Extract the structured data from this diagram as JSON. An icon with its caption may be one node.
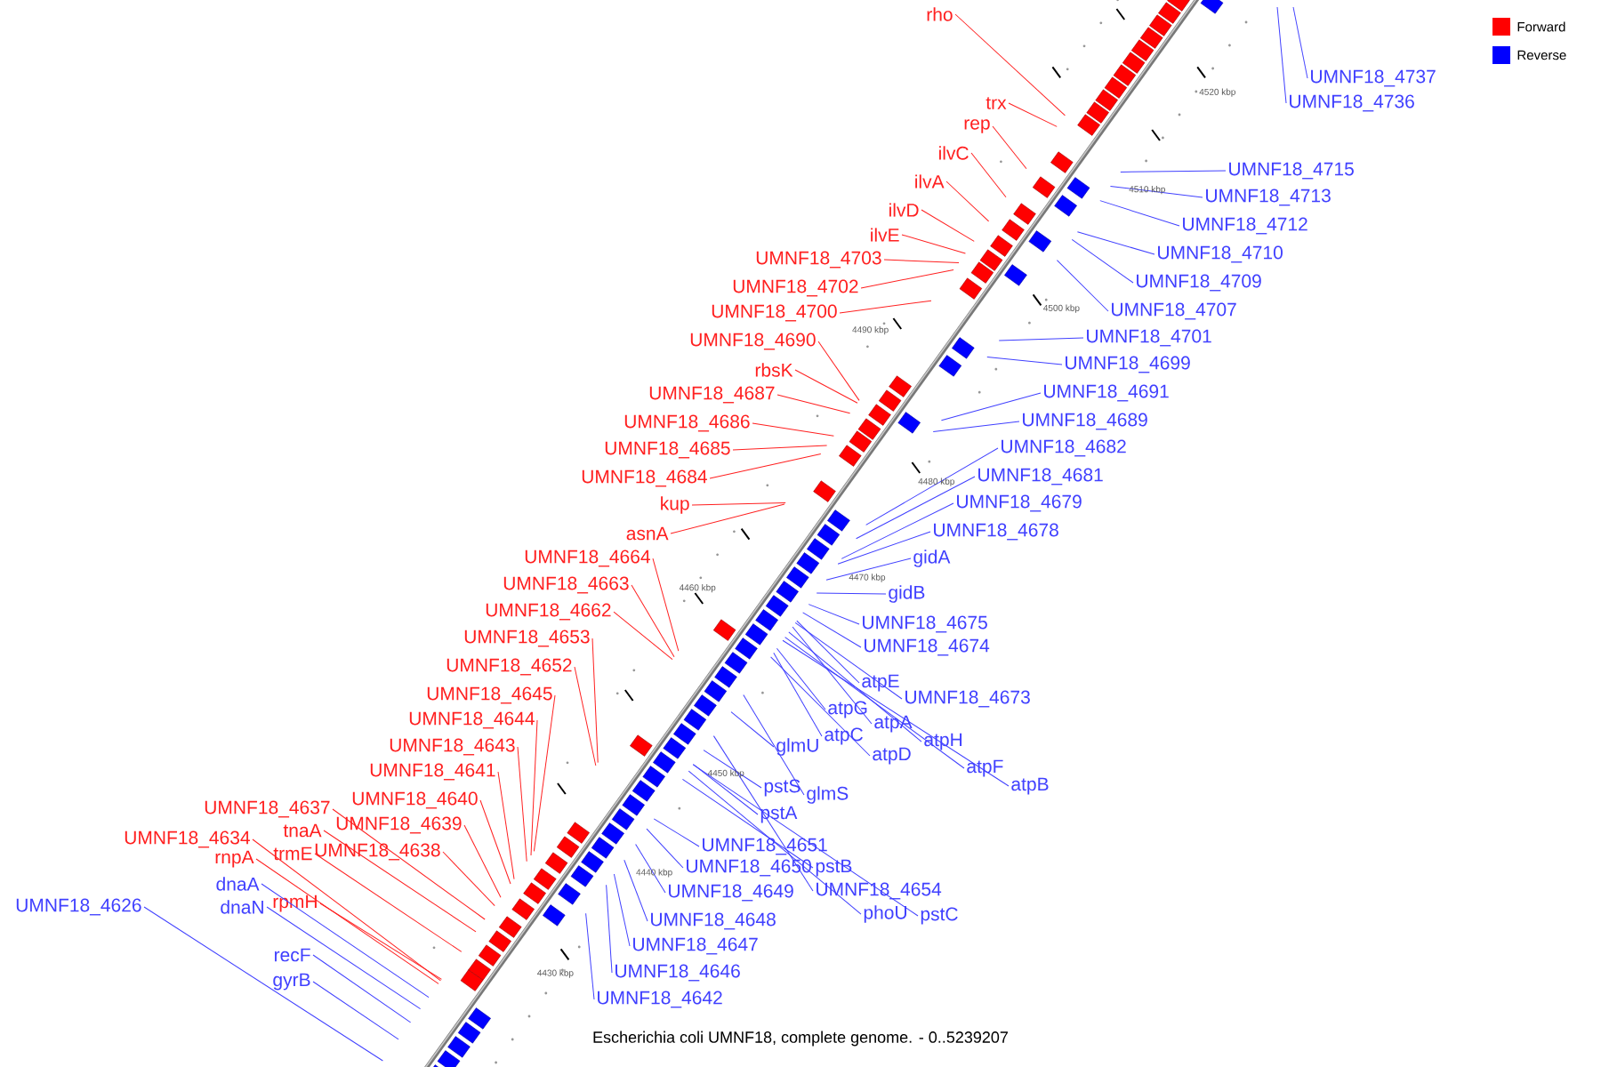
{
  "diagram": {
    "caption": "Escherichia coli UMNF18, complete genome. - 0..5239207",
    "nodes": [
      {
        "text": [
          "rho"
        ]
      },
      {
        "text": [
          "trx"
        ]
      },
      {
        "text": [
          "rep"
        ]
      },
      {
        "text": [
          "ilvC"
        ]
      },
      {
        "text": [
          "ilvA"
        ]
      },
      {
        "text": [
          "ilvD"
        ]
      },
      {
        "text": [
          "ilvE"
        ]
      },
      {
        "text": [
          "UMNF18_4703"
        ]
      },
      {
        "text": [
          "UMNF18_4702"
        ]
      },
      {
        "text": [
          "UMNF18_4700"
        ]
      },
      {
        "text": [
          "UMNF18_4690"
        ]
      },
      {
        "text": [
          "rbsK"
        ]
      },
      {
        "text": [
          "UMNF18_4687"
        ]
      },
      {
        "text": [
          "UMNF18_4686"
        ]
      },
      {
        "text": [
          "UMNF18_4685"
        ]
      },
      {
        "text": [
          "UMNF18_4684"
        ]
      },
      {
        "text": [
          "kup"
        ]
      },
      {
        "text": [
          "asnA"
        ]
      },
      {
        "text": [
          "UMNF18_4664"
        ]
      },
      {
        "text": [
          "UMNF18_4663"
        ]
      },
      {
        "text": [
          "UMNF18_4662"
        ]
      },
      {
        "text": [
          "UMNF18_4653"
        ]
      },
      {
        "text": [
          "UMNF18_4652"
        ]
      },
      {
        "text": [
          "UMNF18_4645"
        ]
      },
      {
        "text": [
          "UMNF18_4644"
        ]
      },
      {
        "text": [
          "UMNF18_4643"
        ]
      },
      {
        "text": [
          "UMNF18_4641"
        ]
      },
      {
        "text": [
          "UMNF18_4640"
        ]
      },
      {
        "text": [
          "UMNF18_4639"
        ]
      },
      {
        "text": [
          "UMNF18_4638"
        ]
      },
      {
        "text": [
          "UMNF18_4637"
        ]
      },
      {
        "text": [
          "tnaA"
        ]
      },
      {
        "text": [
          "trmE"
        ]
      },
      {
        "text": [
          "UMNF18_4634"
        ]
      },
      {
        "text": [
          "rnpA"
        ]
      },
      {
        "text": [
          "rpmH"
        ]
      },
      {
        "text": [
          "dnaA"
        ]
      },
      {
        "text": [
          "dnaN"
        ]
      },
      {
        "text": [
          "UMNF18_4626"
        ]
      },
      {
        "text": [
          "recF"
        ]
      },
      {
        "text": [
          "gyrB"
        ]
      },
      {
        "text": [
          "UMNF18_4737"
        ]
      },
      {
        "text": [
          "UMNF18_4736"
        ]
      },
      {
        "text": [
          "UMNF18_4715"
        ]
      },
      {
        "text": [
          "UMNF18_4713"
        ]
      },
      {
        "text": [
          "UMNF18_4712"
        ]
      },
      {
        "text": [
          "UMNF18_4710"
        ]
      },
      {
        "text": [
          "UMNF18_4709"
        ]
      },
      {
        "text": [
          "UMNF18_4707"
        ]
      },
      {
        "text": [
          "UMNF18_4701"
        ]
      },
      {
        "text": [
          "UMNF18_4699"
        ]
      },
      {
        "text": [
          "UMNF18_4691"
        ]
      },
      {
        "text": [
          "UMNF18_4689"
        ]
      },
      {
        "text": [
          "UMNF18_4682"
        ]
      },
      {
        "text": [
          "UMNF18_4681"
        ]
      },
      {
        "text": [
          "UMNF18_4679"
        ]
      },
      {
        "text": [
          "UMNF18_4678"
        ]
      },
      {
        "text": [
          "gidA"
        ]
      },
      {
        "text": [
          "gidB"
        ]
      },
      {
        "text": [
          "UMNF18_4675"
        ]
      },
      {
        "text": [
          "UMNF18_4674"
        ]
      },
      {
        "text": [
          "atpE"
        ]
      },
      {
        "text": [
          "UMNF18_4673"
        ]
      },
      {
        "text": [
          "atpG"
        ]
      },
      {
        "text": [
          "atpA"
        ]
      },
      {
        "text": [
          "atpC"
        ]
      },
      {
        "text": [
          "atpH"
        ]
      },
      {
        "text": [
          "atpD"
        ]
      },
      {
        "text": [
          "atpF"
        ]
      },
      {
        "text": [
          "atpB"
        ]
      },
      {
        "text": [
          "glmU"
        ]
      },
      {
        "text": [
          "pstS"
        ]
      },
      {
        "text": [
          "glmS"
        ]
      },
      {
        "text": [
          "pstA"
        ]
      },
      {
        "text": [
          "UMNF18_4651"
        ]
      },
      {
        "text": [
          "UMNF18_4650"
        ]
      },
      {
        "text": [
          "pstB"
        ]
      },
      {
        "text": [
          "UMNF18_4654"
        ]
      },
      {
        "text": [
          "UMNF18_4649"
        ]
      },
      {
        "text": [
          "phoU"
        ]
      },
      {
        "text": [
          "pstC"
        ]
      },
      {
        "text": [
          "UMNF18_4648"
        ]
      },
      {
        "text": [
          "UMNF18_4647"
        ]
      },
      {
        "text": [
          "UMNF18_4646"
        ]
      },
      {
        "text": [
          "UMNF18_4642"
        ]
      }
    ],
    "edges": [
      {
        "from": 0,
        "to": null,
        "arrow": "none",
        "color": "#ff2020"
      },
      {
        "from": 1,
        "to": null,
        "arrow": "none",
        "color": "#ff2020"
      },
      {
        "from": 2,
        "to": null,
        "arrow": "none",
        "color": "#ff2020"
      },
      {
        "from": 3,
        "to": null,
        "arrow": "none",
        "color": "#ff2020"
      },
      {
        "from": 4,
        "to": null,
        "arrow": "none",
        "color": "#ff2020"
      },
      {
        "from": 5,
        "to": null,
        "arrow": "none",
        "color": "#ff2020"
      },
      {
        "from": 6,
        "to": null,
        "arrow": "none",
        "color": "#ff2020"
      },
      {
        "from": 7,
        "to": null,
        "arrow": "none",
        "color": "#ff2020"
      },
      {
        "from": 8,
        "to": null,
        "arrow": "none",
        "color": "#ff2020"
      },
      {
        "from": 9,
        "to": null,
        "arrow": "none",
        "color": "#ff2020"
      },
      {
        "from": 10,
        "to": null,
        "arrow": "none",
        "color": "#ff2020"
      },
      {
        "from": 11,
        "to": null,
        "arrow": "none",
        "color": "#ff2020"
      },
      {
        "from": 12,
        "to": null,
        "arrow": "none",
        "color": "#ff2020"
      },
      {
        "from": 13,
        "to": null,
        "arrow": "none",
        "color": "#ff2020"
      },
      {
        "from": 14,
        "to": null,
        "arrow": "none",
        "color": "#ff2020"
      },
      {
        "from": 15,
        "to": null,
        "arrow": "none",
        "color": "#ff2020"
      },
      {
        "from": 16,
        "to": null,
        "arrow": "none",
        "color": "#ff2020"
      },
      {
        "from": 17,
        "to": null,
        "arrow": "none",
        "color": "#ff2020"
      },
      {
        "from": 18,
        "to": null,
        "arrow": "none",
        "color": "#ff2020"
      },
      {
        "from": 19,
        "to": null,
        "arrow": "none",
        "color": "#ff2020"
      },
      {
        "from": 20,
        "to": null,
        "arrow": "none",
        "color": "#ff2020"
      },
      {
        "from": 21,
        "to": null,
        "arrow": "none",
        "color": "#ff2020"
      },
      {
        "from": 22,
        "to": null,
        "arrow": "none",
        "color": "#ff2020"
      },
      {
        "from": 23,
        "to": null,
        "arrow": "none",
        "color": "#ff2020"
      },
      {
        "from": 24,
        "to": null,
        "arrow": "none",
        "color": "#ff2020"
      },
      {
        "from": 25,
        "to": null,
        "arrow": "none",
        "color": "#ff2020"
      },
      {
        "from": 26,
        "to": null,
        "arrow": "none",
        "color": "#ff2020"
      },
      {
        "from": 27,
        "to": null,
        "arrow": "none",
        "color": "#ff2020"
      },
      {
        "from": 28,
        "to": null,
        "arrow": "none",
        "color": "#ff2020"
      },
      {
        "from": 29,
        "to": null,
        "arrow": "none",
        "color": "#ff2020"
      },
      {
        "from": 30,
        "to": null,
        "arrow": "none",
        "color": "#ff2020"
      },
      {
        "from": 31,
        "to": null,
        "arrow": "none",
        "color": "#ff2020"
      },
      {
        "from": 32,
        "to": null,
        "arrow": "none",
        "color": "#ff2020"
      },
      {
        "from": 33,
        "to": null,
        "arrow": "none",
        "color": "#ff2020"
      },
      {
        "from": 34,
        "to": null,
        "arrow": "none",
        "color": "#ff2020"
      },
      {
        "from": 35,
        "to": null,
        "arrow": "none",
        "color": "#ff2020"
      },
      {
        "from": 36,
        "to": null,
        "arrow": "none"
      },
      {
        "from": 37,
        "to": null,
        "arrow": "none"
      },
      {
        "from": 38,
        "to": null,
        "arrow": "none"
      },
      {
        "from": 39,
        "to": null,
        "arrow": "none"
      },
      {
        "from": 40,
        "to": null,
        "arrow": "none"
      },
      {
        "from": 41,
        "to": null,
        "arrow": "none"
      },
      {
        "from": 42,
        "to": null,
        "arrow": "none"
      },
      {
        "from": 43,
        "to": null,
        "arrow": "none"
      },
      {
        "from": 44,
        "to": null,
        "arrow": "none"
      },
      {
        "from": 45,
        "to": null,
        "arrow": "none"
      },
      {
        "from": 46,
        "to": null,
        "arrow": "none"
      },
      {
        "from": 47,
        "to": null,
        "arrow": "none"
      },
      {
        "from": 48,
        "to": null,
        "arrow": "none"
      },
      {
        "from": 49,
        "to": null,
        "arrow": "none"
      },
      {
        "from": 50,
        "to": null,
        "arrow": "none"
      },
      {
        "from": 51,
        "to": null,
        "arrow": "none"
      },
      {
        "from": 52,
        "to": null,
        "arrow": "none"
      },
      {
        "from": 53,
        "to": null,
        "arrow": "none"
      },
      {
        "from": 54,
        "to": null,
        "arrow": "none"
      },
      {
        "from": 55,
        "to": null,
        "arrow": "none"
      },
      {
        "from": 56,
        "to": null,
        "arrow": "none"
      },
      {
        "from": 57,
        "to": null,
        "arrow": "none"
      },
      {
        "from": 58,
        "to": null,
        "arrow": "none"
      },
      {
        "from": 59,
        "to": null,
        "arrow": "none"
      },
      {
        "from": 60,
        "to": null,
        "arrow": "none"
      },
      {
        "from": 61,
        "to": null,
        "arrow": "none"
      },
      {
        "from": 62,
        "to": null,
        "arrow": "none"
      },
      {
        "from": 63,
        "to": null,
        "arrow": "none"
      },
      {
        "from": 64,
        "to": null,
        "arrow": "none"
      },
      {
        "from": 65,
        "to": null,
        "arrow": "none"
      },
      {
        "from": 66,
        "to": null,
        "arrow": "none"
      },
      {
        "from": 67,
        "to": null,
        "arrow": "none"
      },
      {
        "from": 68,
        "to": null,
        "arrow": "none"
      },
      {
        "from": 69,
        "to": null,
        "arrow": "none"
      },
      {
        "from": 70,
        "to": null,
        "arrow": "none"
      },
      {
        "from": 71,
        "to": null,
        "arrow": "none"
      },
      {
        "from": 72,
        "to": null,
        "arrow": "none"
      },
      {
        "from": 73,
        "to": null,
        "arrow": "none"
      },
      {
        "from": 74,
        "to": null,
        "arrow": "none"
      },
      {
        "from": 75,
        "to": null,
        "arrow": "none"
      },
      {
        "from": 76,
        "to": null,
        "arrow": "none"
      },
      {
        "from": 77,
        "to": null,
        "arrow": "none"
      },
      {
        "from": 78,
        "to": null,
        "arrow": "none"
      },
      {
        "from": 79,
        "to": null,
        "arrow": "none"
      },
      {
        "from": 80,
        "to": null,
        "arrow": "none"
      },
      {
        "from": 81,
        "to": null,
        "arrow": "none"
      },
      {
        "from": 82,
        "to": null,
        "arrow": "none"
      },
      {
        "from": 83,
        "to": null,
        "arrow": "none"
      },
      {
        "from": 84,
        "to": null,
        "arrow": "none"
      }
    ],
    "labels": [
      "4520 kbp",
      "4510 kbp",
      "4500 kbp",
      "4490 kbp",
      "4480 kbp",
      "4470 kbp",
      "4460 kbp",
      "4450 kbp",
      "4440 kbp",
      "4430 kbp"
    ],
    "legend": [
      {
        "text": "Forward",
        "color": "#ff0000"
      },
      {
        "text": "Reverse",
        "color": "#0000ff"
      }
    ]
  }
}
